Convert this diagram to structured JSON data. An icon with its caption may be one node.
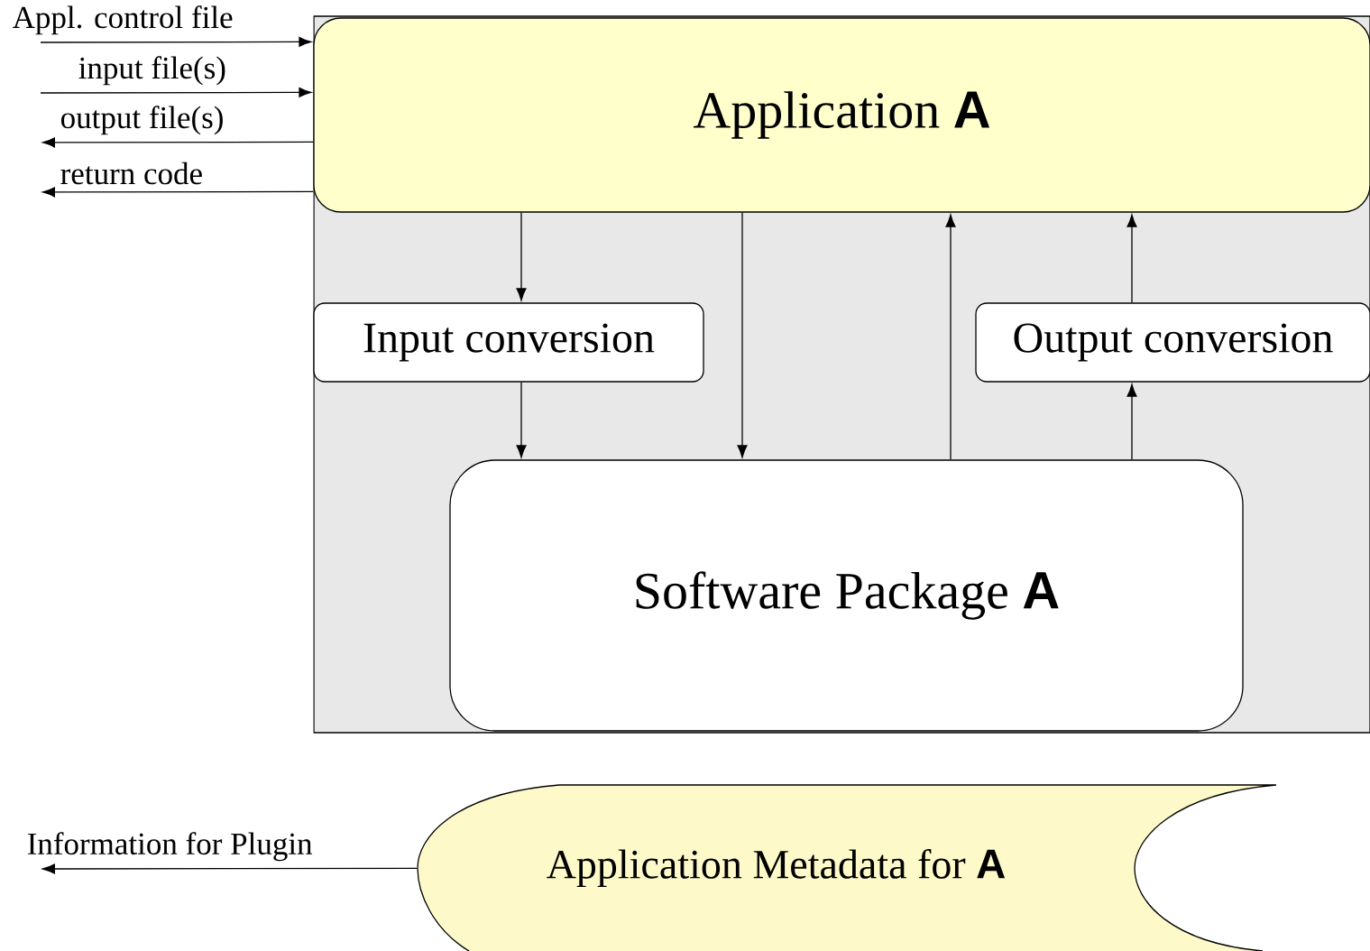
{
  "diagram": {
    "nodes": [
      {
        "text": [],
        "shape": "box"
      },
      {
        "text": [
          "Application **A**"
        ],
        "in": 0
      },
      {
        "text": [
          "Input conversion"
        ],
        "in": 0
      },
      {
        "text": [
          "Output conversion"
        ],
        "in": 0
      },
      {
        "text": [
          "Software Package **A**"
        ],
        "in": 0
      },
      {
        "text": [
          "Application Metadata for **A**"
        ]
      }
    ],
    "edges": [
      {
        "from": null,
        "to": 1,
        "arrow": "to",
        "label": "Appl. control file"
      },
      {
        "from": null,
        "to": 1,
        "arrow": "to",
        "label": "input file(s)"
      },
      {
        "from": 1,
        "to": null,
        "arrow": "to",
        "label": "output file(s)"
      },
      {
        "from": 1,
        "to": null,
        "arrow": "to",
        "label": "return code"
      },
      {
        "from": 1,
        "to": 2,
        "arrow": "to"
      },
      {
        "from": 1,
        "to": 4,
        "arrow": "to"
      },
      {
        "from": 2,
        "to": 4,
        "arrow": "to"
      },
      {
        "from": 4,
        "to": 1,
        "arrow": "to"
      },
      {
        "from": 4,
        "to": 3,
        "arrow": "to"
      },
      {
        "from": 3,
        "to": 1,
        "arrow": "to"
      },
      {
        "from": 5,
        "to": null,
        "arrow": "to",
        "label": "Information for Plugin"
      }
    ]
  }
}
